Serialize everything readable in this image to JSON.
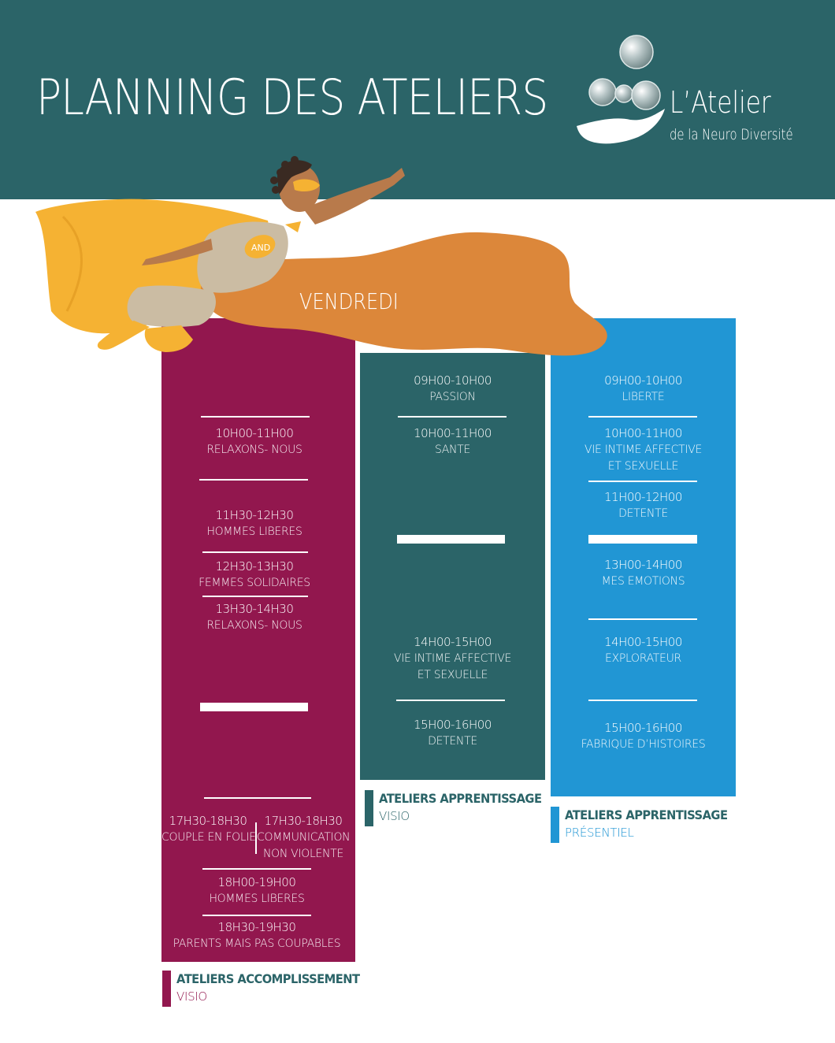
{
  "header": {
    "title": "PLANNING DES ATELIERS",
    "logo_main": "L’Atelier",
    "logo_sub": "de la Neuro Diversité"
  },
  "banner": {
    "day": "VENDREDI",
    "badge": "AND"
  },
  "colors": {
    "header_bg": "#2b6468",
    "accomplissement": "#92174e",
    "apprentissage_visio": "#2b6468",
    "apprentissage_presentiel": "#2196d4",
    "cape_yellow": "#f5b233",
    "cape_orange": "#dc873a"
  },
  "columns": {
    "accomplissement": {
      "slots": [
        {
          "time": "10H00-11H00",
          "name": "RELAXONS- NOUS"
        },
        {
          "time": "11H30-12H30",
          "name": "HOMMES LIBERES"
        },
        {
          "time": "12H30-13H30",
          "name": "FEMMES SOLIDAIRES"
        },
        {
          "time": "13H30-14H30",
          "name": "RELAXONS- NOUS"
        },
        {
          "time": "17H30-18H30",
          "name": "COUPLE EN FOLIE"
        },
        {
          "time": "17H30-18H30",
          "name": "COMMUNICATION",
          "name2": "NON VIOLENTE"
        },
        {
          "time": "18H00-19H00",
          "name": "HOMMES  LIBERES"
        },
        {
          "time": "18H30-19H30",
          "name": "PARENTS MAIS PAS COUPABLES"
        }
      ],
      "legend": {
        "title": "ATELIERS ACCOMPLISSEMENT",
        "mode": "VISIO"
      }
    },
    "apprentissage_visio": {
      "slots": [
        {
          "time": "09H00-10H00",
          "name": "PASSION"
        },
        {
          "time": "10H00-11H00",
          "name": "SANTE"
        },
        {
          "time": "14H00-15H00",
          "name": "VIE INTIME AFFECTIVE",
          "name2": "ET SEXUELLE"
        },
        {
          "time": "15H00-16H00",
          "name": "DETENTE"
        }
      ],
      "legend": {
        "title": "ATELIERS APPRENTISSAGE",
        "mode": "VISIO"
      }
    },
    "apprentissage_presentiel": {
      "slots": [
        {
          "time": "09H00-10H00",
          "name": "LIBERTE"
        },
        {
          "time": "10H00-11H00",
          "name": "VIE INTIME AFFECTIVE",
          "name2": "ET SEXUELLE"
        },
        {
          "time": "11H00-12H00",
          "name": "DETENTE"
        },
        {
          "time": "13H00-14H00",
          "name": "MES EMOTIONS"
        },
        {
          "time": "14H00-15H00",
          "name": "EXPLORATEUR"
        },
        {
          "time": "15H00-16H00",
          "name": "FABRIQUE D’HISTOIRES"
        }
      ],
      "legend": {
        "title": "ATELIERS APPRENTISSAGE",
        "mode": "PRÉSENTIEL"
      }
    }
  }
}
